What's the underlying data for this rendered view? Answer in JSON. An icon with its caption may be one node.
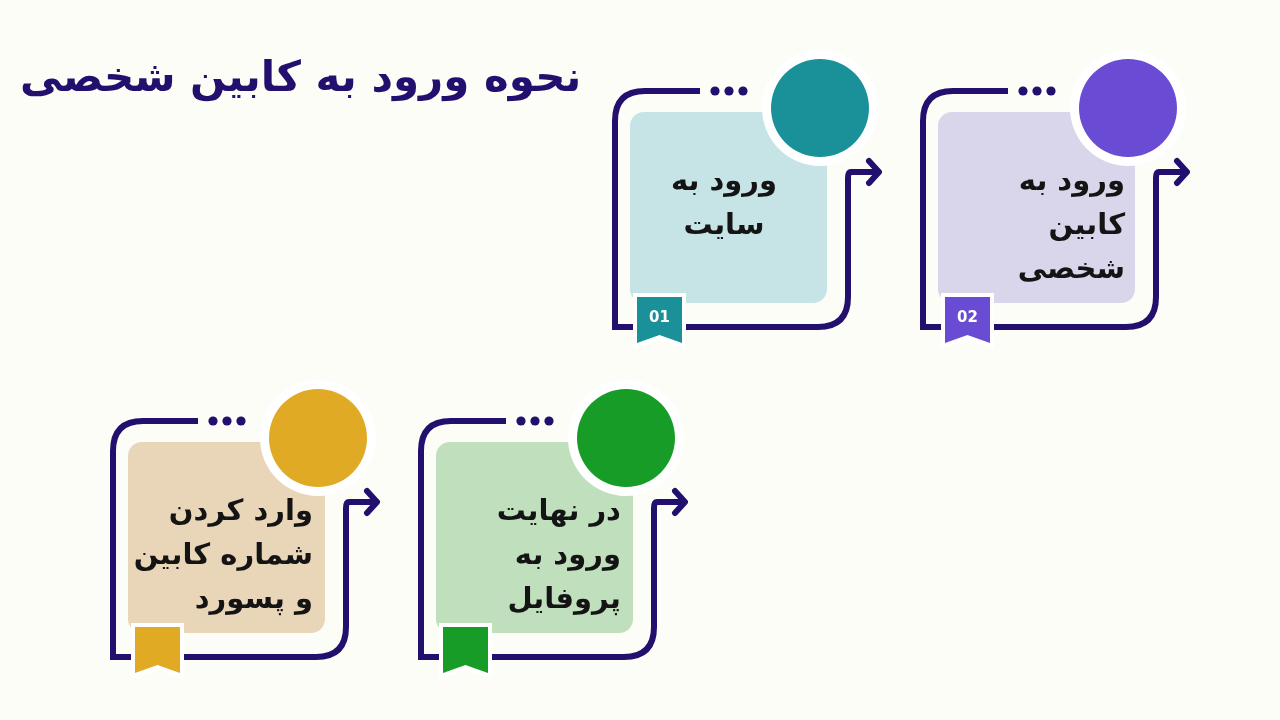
{
  "diagram": {
    "title": "نحوه ورود به کابین شخصی",
    "nodes": [
      {
        "text": [
          "ورود به سایت"
        ]
      },
      {
        "text": [
          "01"
        ]
      },
      {
        "text": [
          "ورود به کابین شخصی"
        ]
      },
      {
        "text": [
          "02"
        ]
      },
      {
        "text": [
          "وارد کردن شماره کابین و پسورد"
        ]
      },
      {
        "text": [],
        "shape": "ribbon"
      },
      {
        "text": [
          "در نهایت ورود به پروفایل"
        ]
      },
      {
        "text": [],
        "shape": "ribbon"
      }
    ],
    "edges": [
      {
        "from": 0,
        "to": 0,
        "arrow": "to"
      },
      {
        "from": 2,
        "to": 2,
        "arrow": "to"
      },
      {
        "from": 4,
        "to": 4,
        "arrow": "to"
      },
      {
        "from": 6,
        "to": 6,
        "arrow": "to"
      }
    ]
  }
}
